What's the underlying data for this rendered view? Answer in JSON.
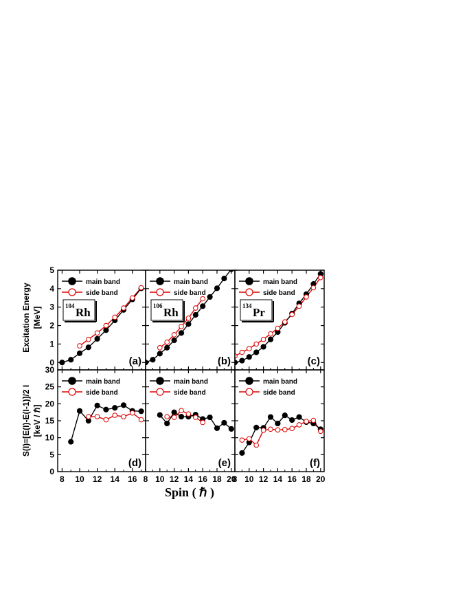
{
  "chart_data": [
    {
      "type": "line",
      "panel": "a",
      "label": "(a)",
      "nucleus": {
        "mass": "104",
        "symbol": "Rh"
      },
      "xlim": [
        7.5,
        17.5
      ],
      "ylim": [
        -0.4,
        5
      ],
      "xticks": [
        8,
        10,
        12,
        14,
        16
      ],
      "yticks": [
        0,
        1,
        2,
        3,
        4,
        5
      ],
      "series": [
        {
          "name": "main band",
          "color": "#000000",
          "filled": true,
          "x": [
            8,
            9,
            10,
            11,
            12,
            13,
            14,
            15,
            16,
            17
          ],
          "y": [
            0.0,
            0.15,
            0.5,
            0.82,
            1.28,
            1.75,
            2.28,
            2.85,
            3.42,
            4.02
          ]
        },
        {
          "name": "side band",
          "color": "#dd0000",
          "filled": false,
          "x": [
            10,
            11,
            12,
            13,
            14,
            15,
            16,
            17
          ],
          "y": [
            0.9,
            1.25,
            1.6,
            2.0,
            2.45,
            2.95,
            3.5,
            4.05
          ]
        }
      ]
    },
    {
      "type": "line",
      "panel": "b",
      "label": "(b)",
      "nucleus": {
        "mass": "106",
        "symbol": "Rh"
      },
      "xlim": [
        8,
        20.5
      ],
      "ylim": [
        -0.4,
        5
      ],
      "xticks": [
        8,
        10,
        12,
        14,
        16,
        18,
        20
      ],
      "yticks": [
        0,
        1,
        2,
        3,
        4,
        5
      ],
      "series": [
        {
          "name": "main band",
          "color": "#000000",
          "filled": true,
          "x": [
            8,
            9,
            10,
            11,
            12,
            13,
            14,
            15,
            16,
            17,
            18,
            19,
            20
          ],
          "y": [
            0.0,
            0.15,
            0.48,
            0.8,
            1.2,
            1.6,
            2.08,
            2.58,
            3.05,
            3.55,
            4.02,
            4.55,
            5.05
          ]
        },
        {
          "name": "side band",
          "color": "#dd0000",
          "filled": false,
          "x": [
            10,
            11,
            12,
            13,
            14,
            15,
            16
          ],
          "y": [
            0.8,
            1.1,
            1.5,
            1.95,
            2.4,
            2.95,
            3.45
          ]
        }
      ]
    },
    {
      "type": "line",
      "panel": "c",
      "label": "(c)",
      "nucleus": {
        "mass": "134",
        "symbol": "Pr"
      },
      "xlim": [
        8,
        20.5
      ],
      "ylim": [
        -0.4,
        5
      ],
      "xticks": [
        8,
        10,
        12,
        14,
        16,
        18,
        20
      ],
      "yticks": [
        0,
        1,
        2,
        3,
        4,
        5
      ],
      "series": [
        {
          "name": "main band",
          "color": "#000000",
          "filled": true,
          "x": [
            8,
            9,
            10,
            11,
            12,
            13,
            14,
            15,
            16,
            17,
            18,
            19,
            20
          ],
          "y": [
            0.0,
            0.1,
            0.3,
            0.55,
            0.85,
            1.25,
            1.65,
            2.15,
            2.65,
            3.2,
            3.7,
            4.25,
            4.8
          ]
        },
        {
          "name": "side band",
          "color": "#dd0000",
          "filled": false,
          "x": [
            8,
            9,
            10,
            11,
            12,
            13,
            14,
            15,
            16,
            17,
            18,
            19,
            20
          ],
          "y": [
            0.35,
            0.55,
            0.75,
            1.0,
            1.25,
            1.55,
            1.85,
            2.2,
            2.6,
            3.05,
            3.55,
            4.05,
            4.6
          ]
        }
      ]
    },
    {
      "type": "line",
      "panel": "d",
      "label": "(d)",
      "xlim": [
        7.5,
        17.5
      ],
      "ylim": [
        0,
        30
      ],
      "xticks": [
        8,
        10,
        12,
        14,
        16
      ],
      "yticks": [
        0,
        5,
        10,
        15,
        20,
        25,
        30
      ],
      "series": [
        {
          "name": "main band",
          "color": "#000000",
          "filled": true,
          "x": [
            9,
            10,
            11,
            12,
            13,
            14,
            15,
            16,
            17
          ],
          "y": [
            8.8,
            17.9,
            15.0,
            19.5,
            18.3,
            18.8,
            19.6,
            17.9,
            17.8
          ]
        },
        {
          "name": "side band",
          "color": "#dd0000",
          "filled": false,
          "x": [
            11,
            12,
            13,
            14,
            15,
            16,
            17
          ],
          "y": [
            16.2,
            16.2,
            15.3,
            16.6,
            16.2,
            17.3,
            15.3
          ]
        }
      ]
    },
    {
      "type": "line",
      "panel": "e",
      "label": "(e)",
      "xlim": [
        8,
        20.5
      ],
      "ylim": [
        0,
        30
      ],
      "xticks": [
        8,
        10,
        12,
        14,
        16,
        18,
        20
      ],
      "yticks": [
        0,
        5,
        10,
        15,
        20,
        25,
        30
      ],
      "series": [
        {
          "name": "main band",
          "color": "#000000",
          "filled": true,
          "x": [
            10,
            11,
            12,
            13,
            14,
            15,
            16,
            17,
            18,
            19,
            20
          ],
          "y": [
            16.7,
            14.2,
            17.5,
            16.2,
            16.2,
            16.8,
            15.5,
            16.0,
            12.8,
            14.4,
            12.6
          ]
        },
        {
          "name": "side band",
          "color": "#dd0000",
          "filled": false,
          "x": [
            11,
            12,
            13,
            14,
            15,
            16
          ],
          "y": [
            16.2,
            16.0,
            18.0,
            17.0,
            16.0,
            14.5
          ]
        }
      ]
    },
    {
      "type": "line",
      "panel": "f",
      "label": "(f)",
      "xlim": [
        8,
        20.5
      ],
      "ylim": [
        0,
        30
      ],
      "xticks": [
        8,
        10,
        12,
        14,
        16,
        18,
        20
      ],
      "yticks": [
        0,
        5,
        10,
        15,
        20,
        25,
        30
      ],
      "series": [
        {
          "name": "main band",
          "color": "#000000",
          "filled": true,
          "x": [
            9,
            10,
            11,
            12,
            13,
            14,
            15,
            16,
            17,
            18,
            19,
            20
          ],
          "y": [
            5.5,
            8.6,
            13.0,
            12.9,
            16.1,
            14.2,
            16.6,
            15.2,
            16.1,
            14.6,
            14.2,
            12.5
          ]
        },
        {
          "name": "side band",
          "color": "#dd0000",
          "filled": false,
          "x": [
            9,
            10,
            11,
            12,
            13,
            14,
            15,
            16,
            17,
            18,
            19,
            20
          ],
          "y": [
            9.3,
            9.7,
            7.8,
            12.2,
            12.5,
            12.3,
            12.4,
            12.7,
            13.8,
            14.8,
            15.1,
            11.9
          ]
        }
      ]
    }
  ],
  "labels": {
    "y_top_line1": "Excitation Energy",
    "y_top_line2": "[MeV]",
    "y_bottom_line1": "S(I)=[E(I)-E(I-1)]/2 I",
    "y_bottom_line2": "[keV / ℏ]",
    "x_label": "Spin ( ℏ )"
  }
}
